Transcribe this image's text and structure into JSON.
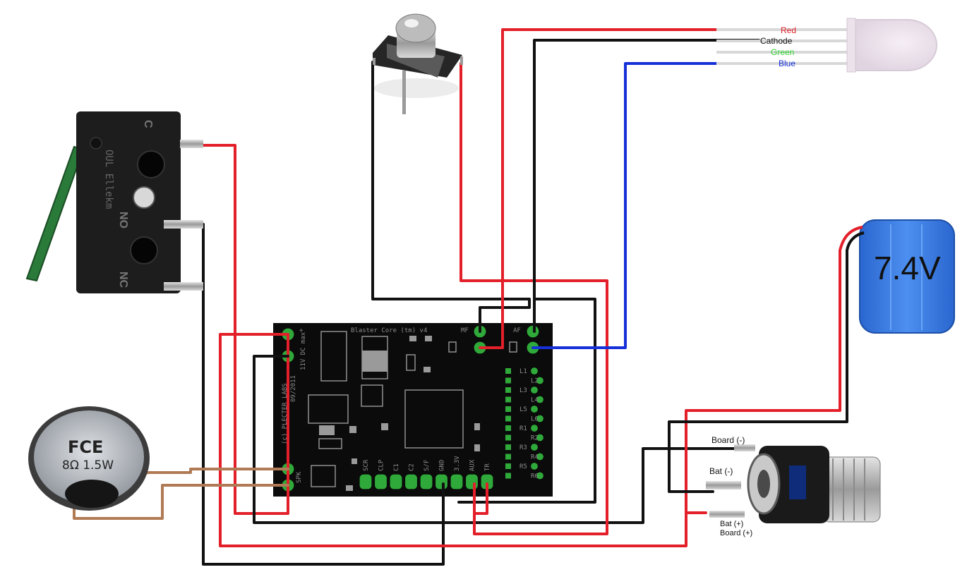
{
  "led": {
    "labels": {
      "red": "Red",
      "cathode": "Cathode",
      "green": "Green",
      "blue": "Blue"
    },
    "colors": {
      "red": "#e3202a",
      "cathode": "#111111",
      "green": "#2ed52e",
      "blue": "#1530d8"
    }
  },
  "battery": {
    "label": "7.4V",
    "color": "#2c6fd6"
  },
  "speaker": {
    "brand": "FCE",
    "rating": "8Ω 1.5W"
  },
  "microswitch": {
    "marking": "OUL Ellekm",
    "no": "NO",
    "nc": "NC",
    "c": "C"
  },
  "board": {
    "title": "Blaster Core (tm) v4",
    "maker": "(c) PLECTER LABS",
    "date": "09/2011",
    "power_note": "11V DC max",
    "plus_sign": "+",
    "mf_label": "MF",
    "af_label": "AF",
    "spk_label": "SPK",
    "bottom_pins": [
      "SCR",
      "CLP",
      "C1",
      "C2",
      "S/F",
      "GND",
      "3.3V",
      "AUX",
      "TR"
    ],
    "right_pins": [
      "L1",
      "L2",
      "L3",
      "L4",
      "L5",
      "L6",
      "R1",
      "R2",
      "R3",
      "R4",
      "R5",
      "R6"
    ]
  },
  "jack": {
    "board_minus": "Board (-)",
    "bat_minus": "Bat (-)",
    "bat_plus": "Bat (+)",
    "board_plus": "Board (+)"
  },
  "wire_colors": {
    "red": "#e3202a",
    "black": "#111111",
    "blue": "#1530d8",
    "brown": "#b07a55"
  }
}
